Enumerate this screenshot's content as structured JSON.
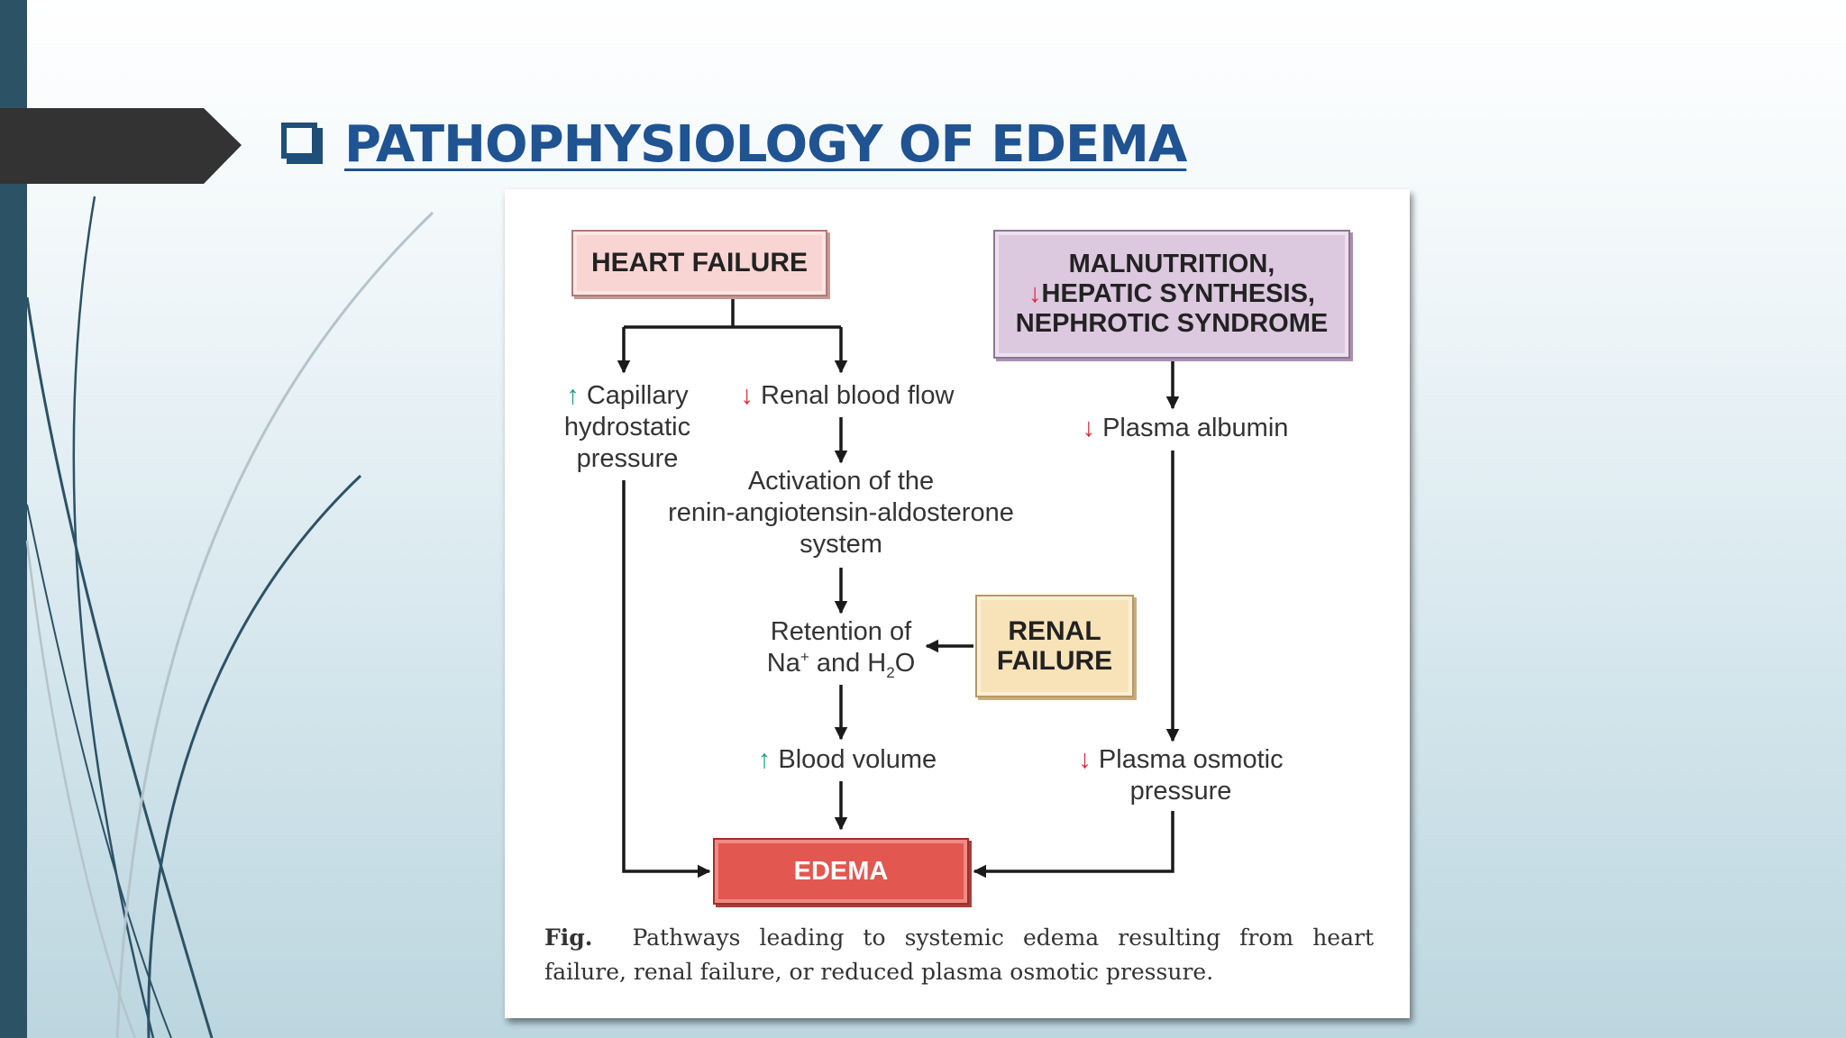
{
  "slide": {
    "title": "PATHOPHYSIOLOGY OF EDEMA",
    "colors": {
      "title": "#1f5392",
      "left_bar": "#2c5266",
      "tab": "#333333"
    }
  },
  "diagram": {
    "boxes": {
      "heart_failure": "HEART FAILURE",
      "malnutrition_line1": "MALNUTRITION,",
      "malnutrition_line2": "HEPATIC SYNTHESIS,",
      "malnutrition_line3": "NEPHROTIC SYNDROME",
      "renal_failure_line1": "RENAL",
      "renal_failure_line2": "FAILURE",
      "edema": "EDEMA"
    },
    "nodes": {
      "capillary_line1": "Capillary",
      "capillary_line2": "hydrostatic",
      "capillary_line3": "pressure",
      "renal_blood_flow": "Renal blood flow",
      "plasma_albumin": "Plasma albumin",
      "raas_line1": "Activation of the",
      "raas_line2": "renin-angiotensin-aldosterone",
      "raas_line3": "system",
      "retention_line1": "Retention of",
      "retention_na": "Na",
      "retention_plus": "+",
      "retention_and": " and H",
      "retention_sub2": "2",
      "retention_o": "O",
      "blood_volume": "Blood volume",
      "osmotic_line1": "Plasma osmotic",
      "osmotic_line2": "pressure"
    },
    "indicators": {
      "increase": "↑",
      "decrease": "↓",
      "increase_color": "#1e9a86",
      "decrease_color": "#d8283a"
    },
    "caption": {
      "fig_label": "Fig.",
      "text": "Pathways leading to systemic edema resulting from heart failure, renal failure, or reduced plasma osmotic pressure."
    }
  }
}
